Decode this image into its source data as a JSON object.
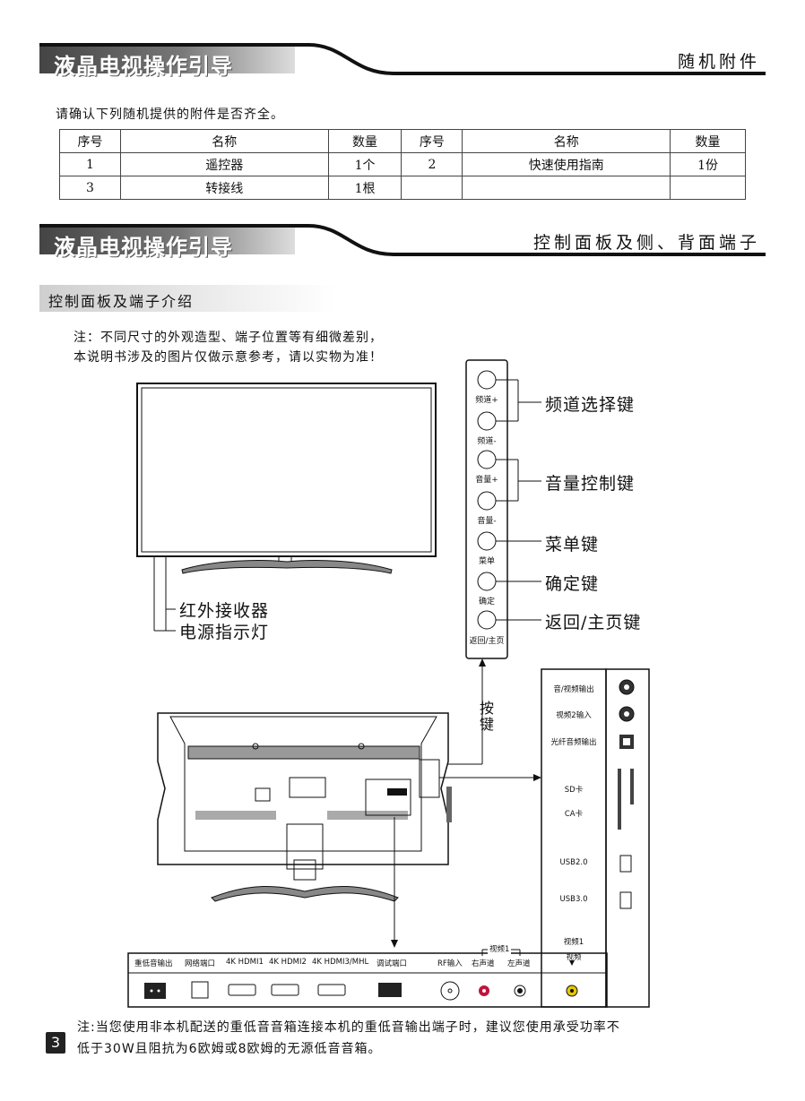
{
  "banner1": {
    "title": "液晶电视操作引导",
    "right": "随机附件"
  },
  "intro": "请确认下列随机提供的附件是否齐全。",
  "accessories": {
    "headers": [
      "序号",
      "名称",
      "数量",
      "序号",
      "名称",
      "数量"
    ],
    "rows": [
      [
        "1",
        "遥控器",
        "1个",
        "2",
        "快速使用指南",
        "1份"
      ],
      [
        "3",
        "转接线",
        "1根",
        "",
        "",
        ""
      ]
    ]
  },
  "banner2": {
    "title": "液晶电视操作引导",
    "right": "控制面板及侧、背面端子"
  },
  "subhead": "控制面板及端子介绍",
  "note1": [
    "注：不同尺寸的外观造型、端子位置等有细微差别，",
    "本说明书涉及的图片仅做示意参考，请以实物为准！"
  ],
  "panel_buttons": [
    "频道+",
    "频道-",
    "音量+",
    "音量-",
    "菜单",
    "确定",
    "返回/主页"
  ],
  "panel_callouts": {
    "channel": "频道选择键",
    "volume": "音量控制键",
    "menu": "菜单键",
    "ok": "确定键",
    "back": "返回/主页键"
  },
  "front_labels": {
    "ir": "红外接收器",
    "power": "电源指示灯"
  },
  "press_label": "按键",
  "side_ports": [
    "音/视频输出",
    "视频2输入",
    "光纤音频输出",
    "SD卡",
    "CA卡",
    "USB2.0",
    "USB3.0",
    "视频1",
    "视频"
  ],
  "bottom_ports": {
    "labels": [
      "重低音输出",
      "网络端口",
      "4K HDMI1",
      "4K HDMI2",
      "4K HDMI3/MHL",
      "调试端口",
      "RF输入",
      "右声道",
      "左声道"
    ],
    "group": "视频1"
  },
  "note2": [
    "注:当您使用非本机配送的重低音音箱连接本机的重低音输出端子时，建议您使用承受功率不",
    "低于30W且阻抗为6欧姆或8欧姆的无源低音音箱。"
  ],
  "page_number": "3"
}
